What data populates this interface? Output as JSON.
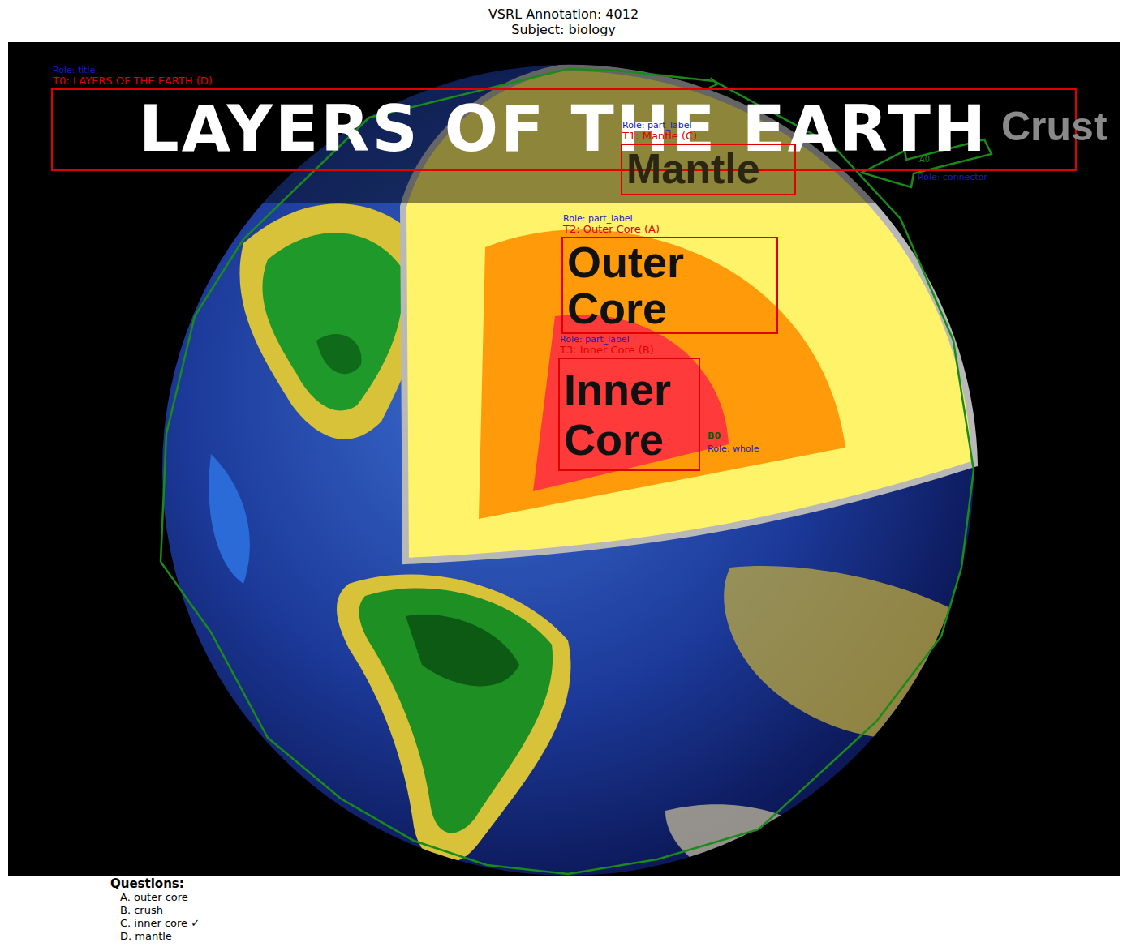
{
  "diagram": {
    "title": "VSRL Annotation: 4012",
    "nodes": [
      {
        "text": [
          "Role: title",
          "T0: LAYERS OF THE EARTH (D)",
          "LAYERS OF THE EARTH"
        ]
      },
      {
        "text": [
          "Role: part_label",
          "T1: Mantle (C)",
          "Mantle"
        ]
      },
      {
        "text": [
          "Role: part_label",
          "T2: Outer Core (A)",
          "Outer Core"
        ]
      },
      {
        "text": [
          "Role: part_label",
          "T3: Inner Core (B)",
          "Inner Core"
        ]
      }
    ],
    "labels": [
      "Subject: biology",
      "Crust",
      "A0",
      "Role: connector",
      "B0",
      "Role: whole",
      "Questions:",
      "A. outer core",
      "B. crush",
      "C. inner core ✓",
      "D. mantle"
    ]
  }
}
